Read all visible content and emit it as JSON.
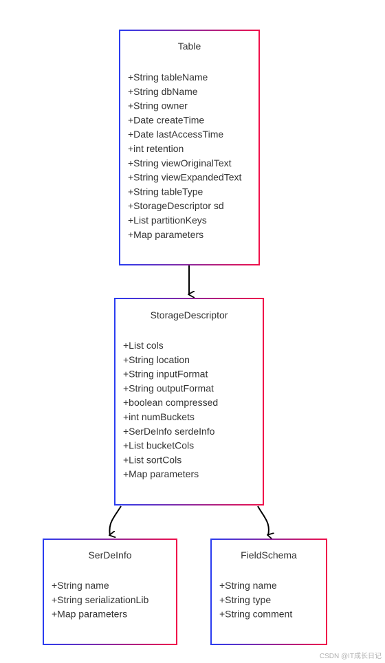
{
  "diagram": {
    "type": "uml-class-diagram",
    "classes": [
      {
        "id": "table",
        "name": "Table",
        "attributes": [
          "+String tableName",
          "+String dbName",
          "+String owner",
          "+Date createTime",
          "+Date lastAccessTime",
          "+int retention",
          "+String viewOriginalText",
          "+String viewExpandedText",
          "+String tableType",
          "+StorageDescriptor sd",
          "+List partitionKeys",
          "+Map parameters"
        ]
      },
      {
        "id": "storage-descriptor",
        "name": "StorageDescriptor",
        "attributes": [
          "+List cols",
          "+String location",
          "+String inputFormat",
          "+String outputFormat",
          "+boolean compressed",
          "+int numBuckets",
          "+SerDeInfo serdeInfo",
          "+List bucketCols",
          "+List sortCols",
          "+Map parameters"
        ]
      },
      {
        "id": "serde-info",
        "name": "SerDeInfo",
        "attributes": [
          "+String name",
          "+String serializationLib",
          "+Map parameters"
        ]
      },
      {
        "id": "field-schema",
        "name": "FieldSchema",
        "attributes": [
          "+String name",
          "+String type",
          "+String comment"
        ]
      }
    ],
    "relations": [
      {
        "from": "table",
        "to": "storage-descriptor"
      },
      {
        "from": "storage-descriptor",
        "to": "serde-info"
      },
      {
        "from": "storage-descriptor",
        "to": "field-schema"
      }
    ],
    "colors": {
      "border_start": "#2a3cf0",
      "border_end": "#f0104a",
      "text": "#333333",
      "arrow": "#000000"
    }
  },
  "watermark": "CSDN @IT成长日记"
}
